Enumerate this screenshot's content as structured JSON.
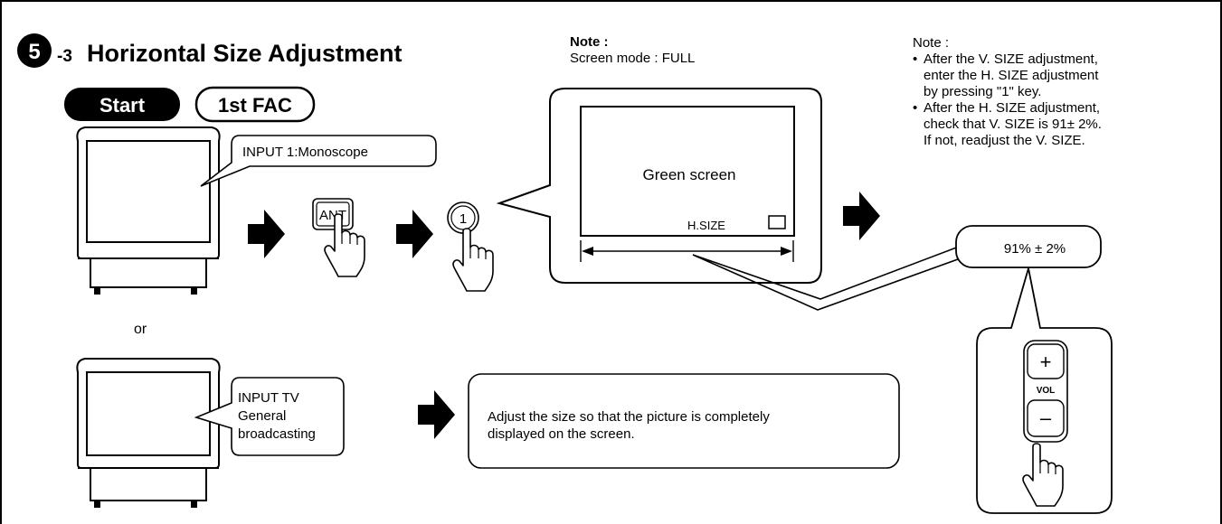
{
  "step": {
    "number": "5",
    "suffix": "-3",
    "title": "Horizontal Size Adjustment"
  },
  "badges": {
    "start": "Start",
    "mode": "1st FAC"
  },
  "top_tv": {
    "callout": "INPUT 1:Monoscope"
  },
  "remote_keys": {
    "ant": "ANT",
    "one": "1"
  },
  "screen_note": {
    "label": "Note :",
    "text": "Screen mode : FULL"
  },
  "screen": {
    "text": "Green screen",
    "size_label": "H.SIZE"
  },
  "right_note": {
    "label": "Note :",
    "bullets": [
      [
        "After the V. SIZE adjustment,",
        "enter the H. SIZE adjustment",
        "by pressing \"1\" key."
      ],
      [
        "After the H. SIZE adjustment,",
        "check that V. SIZE is 91± 2%.",
        "If not, readjust the V. SIZE."
      ]
    ]
  },
  "target_value": "91% ± 2%",
  "vol": {
    "plus": "+",
    "label": "VOL",
    "minus": "–"
  },
  "or_text": "or",
  "bottom_tv": {
    "callout": [
      "INPUT TV",
      "General",
      "broadcasting"
    ]
  },
  "instruction": [
    "Adjust the size so that the picture is completely",
    "displayed on the screen."
  ]
}
